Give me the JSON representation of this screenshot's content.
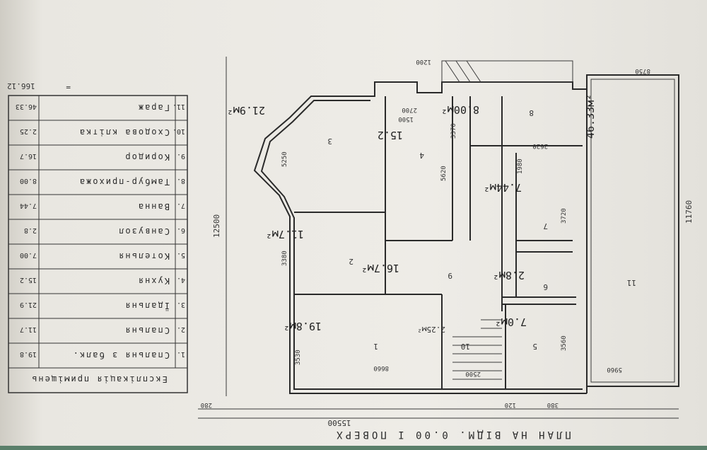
{
  "title": "ПЛАН НА ВІДМ. 0.00 І ПОВЕРХ",
  "table": {
    "header": "Експлікація приміщень",
    "rows": [
      {
        "no": "1.",
        "name": "Спальня з балк.",
        "area": "19.8"
      },
      {
        "no": "2.",
        "name": "Спальня",
        "area": "11.7"
      },
      {
        "no": "3.",
        "name": "Їдальня",
        "area": "21.9"
      },
      {
        "no": "4.",
        "name": "Кухня",
        "area": "15.2"
      },
      {
        "no": "5.",
        "name": "Котельня",
        "area": "7.00"
      },
      {
        "no": "6.",
        "name": "Санвузол",
        "area": "2.8"
      },
      {
        "no": "7.",
        "name": "Ванна",
        "area": "7.44"
      },
      {
        "no": "8.",
        "name": "Тамбур-прихожа",
        "area": "8.00"
      },
      {
        "no": "9.",
        "name": "Коридор",
        "area": "16.7"
      },
      {
        "no": "10.",
        "name": "Сходова клітка",
        "area": "2.25"
      },
      {
        "no": "11.",
        "name": "Гараж",
        "area": "46.33"
      }
    ],
    "total": "166.12",
    "total_sign": "="
  },
  "plan": {
    "rooms": [
      {
        "id": "1",
        "area": "19.8м²"
      },
      {
        "id": "2",
        "area": "11.7м²"
      },
      {
        "id": "3",
        "area": "21.9м²"
      },
      {
        "id": "4",
        "area": "15.2"
      },
      {
        "id": "5",
        "area": "7.0м²"
      },
      {
        "id": "6",
        "area": "2.8м²"
      },
      {
        "id": "7",
        "area": "7.44м²"
      },
      {
        "id": "8",
        "area": "8.00м²"
      },
      {
        "id": "9",
        "area": "16.7м²"
      },
      {
        "id": "10",
        "area": "2.25м²"
      },
      {
        "id": "11",
        "area": "46.33м²"
      }
    ],
    "dims": {
      "overall_width": "15500",
      "overall_depth": "12500",
      "garage_depth": "11760",
      "d5250": "5250",
      "d3380": "3380",
      "d3530": "3530",
      "d5620": "5620",
      "d3370": "3370",
      "d3720": "3720",
      "d3560": "3560",
      "d2700": "2700",
      "d1500": "1500",
      "d2620": "2620",
      "d8660": "8660",
      "d2500": "2500",
      "d5960": "5960",
      "d8750": "8750",
      "d1200": "1200",
      "d1980": "1980",
      "d380": "380",
      "d280": "280",
      "d120": "120"
    }
  }
}
